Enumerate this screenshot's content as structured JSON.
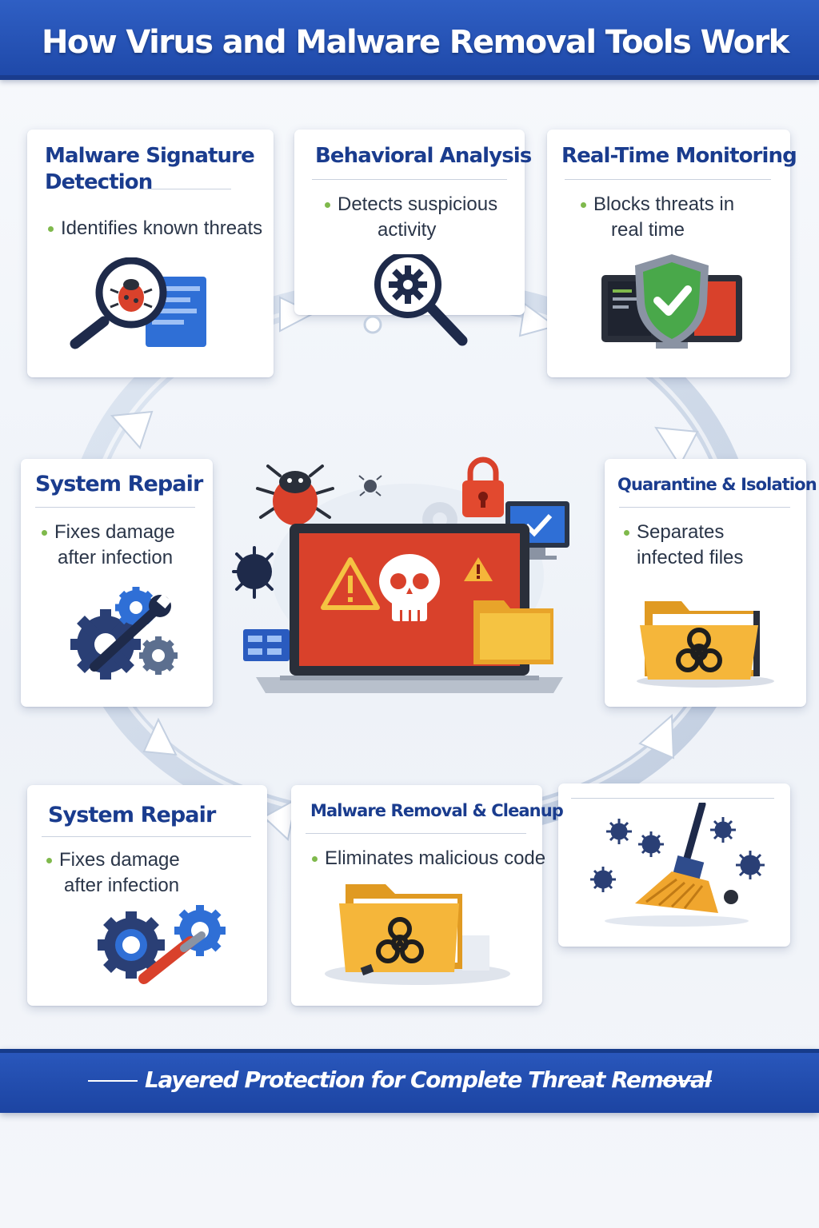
{
  "header": {
    "title": "How Virus and Malware Removal Tools Work"
  },
  "steps": [
    {
      "title_line1": "Malware Signature",
      "title_line2": "Detection",
      "bullet_line1": "Identifies known threats",
      "icon": "magnifier-bug-icon"
    },
    {
      "title_line1": "Behavioral Analysis",
      "bullet_line1": "Detects suspicious",
      "bullet_line2": "activity",
      "icon": "magnifier-gear-icon"
    },
    {
      "title_line1": "Real-Time Monitoring",
      "bullet_line1": "Blocks threats in",
      "bullet_line2": "real time",
      "icon": "shield-check-icon"
    },
    {
      "title_line1": "Quarantine & Isolation",
      "bullet_line1": "Separates",
      "bullet_line2": "infected files",
      "icon": "biohazard-folder-icon"
    },
    {
      "icon": "broom-cleanup-icon"
    },
    {
      "title_line1": "Malware Removal & Cleanup",
      "bullet_line1": "Eliminates malicious code",
      "icon": "biohazard-folder-icon"
    },
    {
      "title_line1": "System Repair",
      "bullet_line1": "Fixes damage",
      "bullet_line2": "after infection",
      "icon": "gears-wrench-icon"
    },
    {
      "title_line1": "System Repair",
      "bullet_line1": "Fixes damage",
      "bullet_line2": "after infection",
      "icon": "gears-wrench-icon"
    }
  ],
  "center": {
    "icon": "infected-laptop-icon"
  },
  "footer": {
    "tagline": "Layered Protection for Complete Threat Removal"
  },
  "colors": {
    "brand_blue": "#1e48a8",
    "title_blue": "#1a3c8e",
    "bullet_green": "#7fb94c",
    "alert_red": "#d9412b",
    "folder_yellow": "#f5b63a"
  }
}
